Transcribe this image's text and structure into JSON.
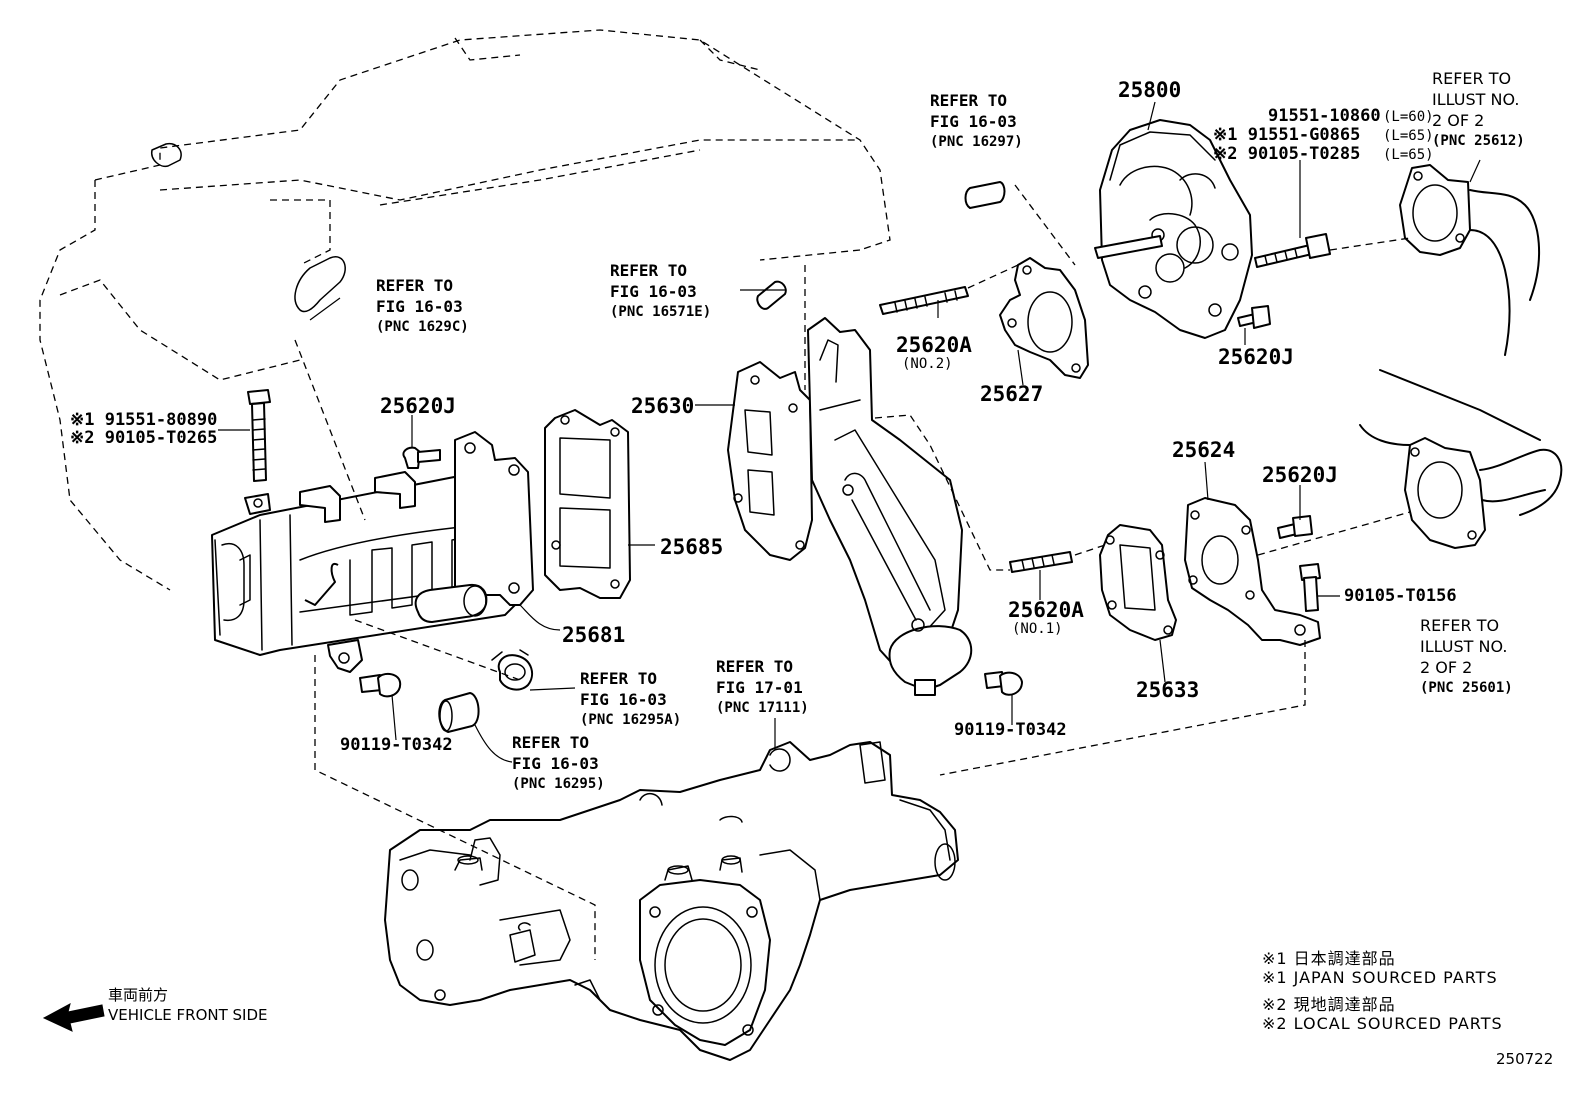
{
  "parts": {
    "p25800": "25800",
    "bolts_top_right": {
      "line1": "91551-10860",
      "line1_len": "(L=60)",
      "line2": "※1 91551-G0865",
      "line2_len": "(L=65)",
      "line3": "※2 90105-T0285",
      "line3_len": "(L=65)"
    },
    "p25620A_no2": "25620A",
    "p25620A_no2_sub": "(NO.2)",
    "p25627": "25627",
    "p25620J_top": "25620J",
    "p25630": "25630",
    "p25620J_left": "25620J",
    "p25685": "25685",
    "p25681": "25681",
    "bolts_left": {
      "line1": "※1 91551-80890",
      "line2": "※2 90105-T0265"
    },
    "p90119_left": "90119-T0342",
    "p90119_mid": "90119-T0342",
    "p25624": "25624",
    "p25620J_right": "25620J",
    "p90105_T0156": "90105-T0156",
    "p25620A_no1": "25620A",
    "p25620A_no1_sub": "(NO.1)",
    "p25633": "25633"
  },
  "refs": {
    "r16297": {
      "l1": "REFER TO",
      "l2": "FIG 16-03",
      "l3": "(PNC 16297)"
    },
    "r1629C": {
      "l1": "REFER TO",
      "l2": "FIG 16-03",
      "l3": "(PNC 1629C)"
    },
    "r16571E": {
      "l1": "REFER TO",
      "l2": "FIG 16-03",
      "l3": "(PNC 16571E)"
    },
    "r16295A": {
      "l1": "REFER TO",
      "l2": "FIG 16-03",
      "l3": "(PNC 16295A)"
    },
    "r16295": {
      "l1": "REFER TO",
      "l2": "FIG 16-03",
      "l3": "(PNC 16295)"
    },
    "r17111": {
      "l1": "REFER TO",
      "l2": "FIG 17-01",
      "l3": "(PNC 17111)"
    },
    "r25612": {
      "l1": "REFER TO",
      "l2": "ILLUST NO.",
      "l3": "2 OF 2",
      "l4": "(PNC 25612)"
    },
    "r25601": {
      "l1": "REFER TO",
      "l2": "ILLUST NO.",
      "l3": "2 OF 2",
      "l4": "(PNC 25601)"
    }
  },
  "legend": {
    "line1": "※1 日本調達部品",
    "line2": "※1 JAPAN SOURCED PARTS",
    "line3": "※2 現地調達部品",
    "line4": "※2 LOCAL SOURCED PARTS"
  },
  "front": {
    "jp": "車両前方",
    "en": "VEHICLE FRONT SIDE"
  },
  "illustration_id": "250722"
}
